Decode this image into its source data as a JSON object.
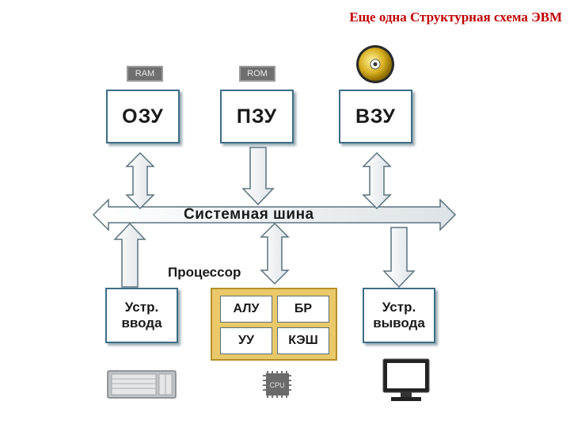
{
  "title": "Еще одна Структурная схема ЭВМ",
  "bus_label": "Системная шина",
  "processor_label": "Процессор",
  "memory": {
    "ozu": {
      "label": "ОЗУ",
      "chip": "RAM"
    },
    "pzu": {
      "label": "ПЗУ",
      "chip": "ROM"
    },
    "vzu": {
      "label": "ВЗУ"
    }
  },
  "input_device": {
    "line1": "Устр.",
    "line2": "ввода"
  },
  "output_device": {
    "line1": "Устр.",
    "line2": "вывода"
  },
  "cpu_cells": {
    "alu": "АЛУ",
    "br": "БР",
    "uu": "УУ",
    "cache": "КЭШ"
  },
  "cpu_chip_label": "CPU",
  "colors": {
    "title": "#c00000",
    "box_border": "#3d6e86",
    "cpu_fill": "#e9c96a"
  },
  "icons": [
    "cd-disc-icon",
    "keyboard-icon",
    "cpu-chip-icon",
    "monitor-icon"
  ]
}
